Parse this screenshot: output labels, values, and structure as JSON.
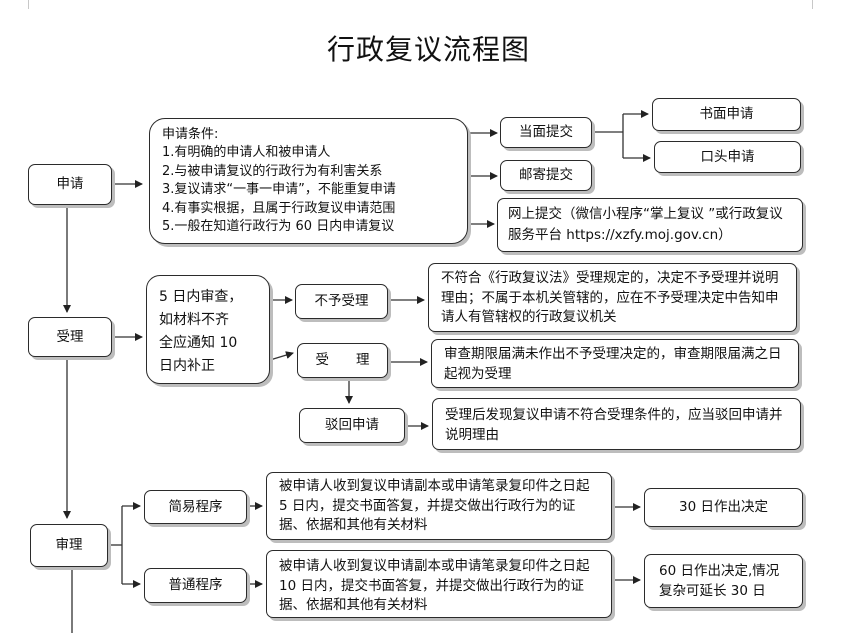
{
  "title": "行政复议流程图",
  "stages": {
    "apply": "申请",
    "accept": "受理",
    "review": "审理"
  },
  "apply": {
    "conditions": [
      "申请条件:",
      "1.有明确的申请人和被申请人",
      "2.与被申请复议的行政行为有利害关系",
      "3.复议请求“一事一申请”，不能重复申请",
      "4.有事实根据，且属于行政复议申请范围",
      "5.一般在知道行政行为 60 日内申请复议"
    ],
    "in_person": "当面提交",
    "written": "书面申请",
    "oral": "口头申请",
    "mail": "邮寄提交",
    "online": "网上提交（微信小程序“掌上复议 ”或行政复议服务平台 https://xzfy.moj.gov.cn）"
  },
  "accept": {
    "review_note": [
      "5 日内审查，",
      "如材料不齐",
      "全应通知 10",
      "日内补正"
    ],
    "reject": "不予受理",
    "reject_desc": "不符合《行政复议法》受理规定的，决定不予受理并说明理由；不属于本机关管辖的，应在不予受理决定中告知申请人有管辖权的行政复议机关",
    "accept": "受　　理",
    "accept_desc": "审查期限届满未作出不予受理决定的，审查期限届满之日起视为受理",
    "dismiss": "驳回申请",
    "dismiss_desc": "受理后发现复议申请不符合受理条件的，应当驳回申请并说明理由"
  },
  "review": {
    "simple": "简易程序",
    "simple_desc": "被申请人收到复议申请副本或申请笔录复印件之日起 5 日内，提交书面答复，并提交做出行政行为的证据、依据和其他有关材料",
    "simple_result": "30 日作出决定",
    "normal": "普通程序",
    "normal_desc": "被申请人收到复议申请副本或申请笔录复印件之日起 10 日内，提交书面答复，并提交做出行政行为的证据、依据和其他有关材料",
    "normal_result": "60 日作出决定,情况复杂可延长 30 日"
  }
}
